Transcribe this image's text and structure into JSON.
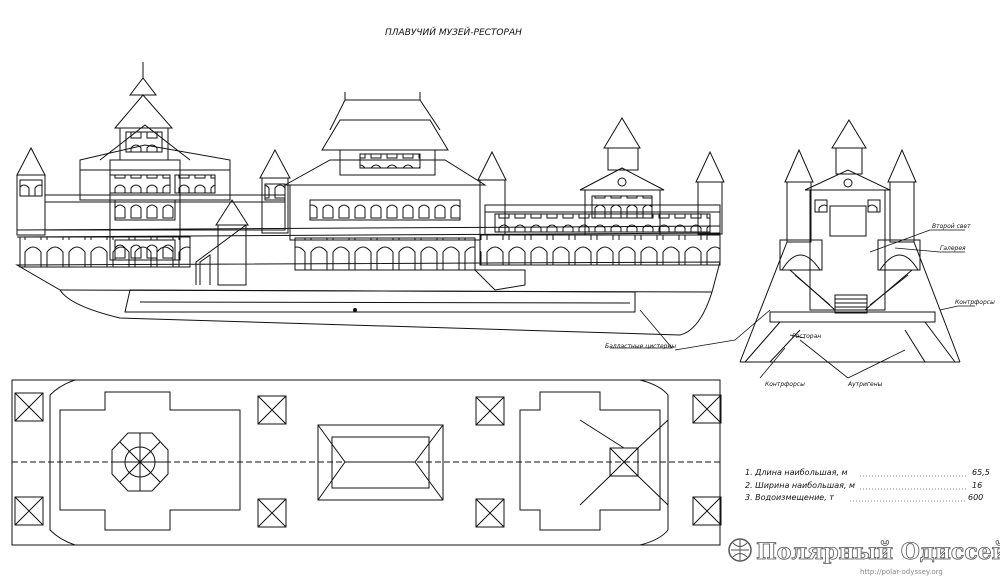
{
  "title": "ПЛАВУЧИЙ МУЗЕЙ-РЕСТОРАН",
  "labels": {
    "vtoroy_svet": "Второй свет",
    "galereya": "Галерея",
    "kontrforsy_right": "Контрфорсы",
    "restoran": "Ресторан",
    "kontrforsy_bottom": "Контрфорсы",
    "aupriveny": "Аутригены",
    "ballast": "Балластные цистерны"
  },
  "specs": [
    {
      "name": "1. Длина наибольшая, м",
      "value": "65,5"
    },
    {
      "name": "2. Ширина наибольшая, м",
      "value": "16"
    },
    {
      "name": "3. Водоизмещение, т",
      "value": "600"
    }
  ],
  "watermark": {
    "title": "Полярный Одиссей",
    "url": "http://polar-odyssey.org"
  }
}
